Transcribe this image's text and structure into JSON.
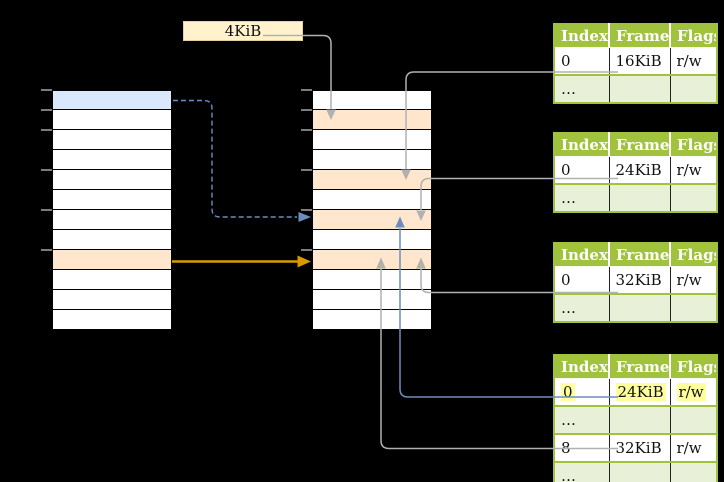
{
  "page_size_label": "4KiB",
  "virtual_memory": {
    "cell_fills": [
      "blue",
      "white",
      "white",
      "white",
      "white",
      "white",
      "white",
      "white",
      "orange",
      "white",
      "white",
      "white"
    ]
  },
  "physical_memory": {
    "cell_fills": [
      "white",
      "orange",
      "white",
      "white",
      "orange",
      "white",
      "orange",
      "white",
      "orange",
      "white",
      "white",
      "white"
    ]
  },
  "axis_ticks": {
    "y": [
      90,
      110,
      130,
      170,
      210,
      250
    ]
  },
  "page_tables": [
    {
      "headers": [
        "Index",
        "Frame",
        "Flags"
      ],
      "rows": [
        [
          "0",
          "16KiB",
          "r/w"
        ],
        [
          "…",
          "",
          ""
        ]
      ]
    },
    {
      "headers": [
        "Index",
        "Frame",
        "Flags"
      ],
      "rows": [
        [
          "0",
          "24KiB",
          "r/w"
        ],
        [
          "…",
          "",
          ""
        ]
      ]
    },
    {
      "headers": [
        "Index",
        "Frame",
        "Flags"
      ],
      "rows": [
        [
          "0",
          "32KiB",
          "r/w"
        ],
        [
          "…",
          "",
          ""
        ]
      ]
    },
    {
      "headers": [
        "Index",
        "Frame",
        "Flags"
      ],
      "rows": [
        [
          "0",
          "24KiB",
          "r/w"
        ],
        [
          "…",
          "",
          ""
        ],
        [
          "8",
          "32KiB",
          "r/w"
        ],
        [
          "…",
          "",
          ""
        ]
      ],
      "highlighted_row": 0
    }
  ],
  "colors": {
    "background": "#000000",
    "table_header_green": "#a0c23c",
    "table_dots_row_green": "#e9f0d8",
    "cell_orange": "#ffe6cc",
    "cell_blue": "#dae8fc",
    "label_cream": "#fff2cc",
    "arrow_gold": "#d79b00",
    "arrow_blue": "#6c8ebf",
    "connector_gray": "#b1b1b1",
    "highlight_yellow": "#ffff9b"
  }
}
